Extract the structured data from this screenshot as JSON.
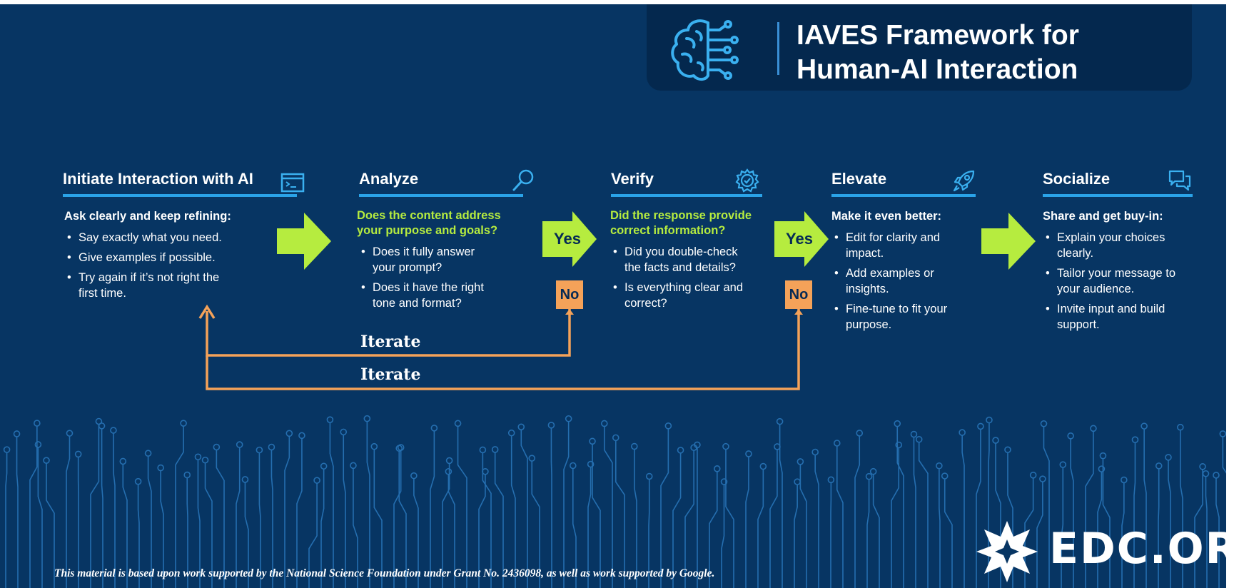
{
  "header": {
    "title_line1": "IAVES Framework for",
    "title_line2": "Human-AI Interaction",
    "icon": "brain-circuit-icon"
  },
  "steps": [
    {
      "title": "Initiate Interaction with AI",
      "icon": "terminal-icon",
      "lead": "Ask clearly and keep refining:",
      "points": [
        "Say exactly what you need.",
        "Give examples if possible.",
        "Try again if it’s not right the first time."
      ]
    },
    {
      "title": "Analyze",
      "icon": "magnifier-icon",
      "lead": "Does the content address your purpose and goals?",
      "points": [
        "Does it fully answer your prompt?",
        "Does it have the right tone and format?"
      ]
    },
    {
      "title": "Verify",
      "icon": "gear-check-icon",
      "lead": "Did the response provide correct information?",
      "points": [
        "Did you double-check the facts and details?",
        "Is everything clear and correct?"
      ]
    },
    {
      "title": "Elevate",
      "icon": "rocket-icon",
      "lead": "Make it even better:",
      "points": [
        "Edit for clarity and impact.",
        "Add examples or insights.",
        "Fine-tune to fit your purpose."
      ]
    },
    {
      "title": "Socialize",
      "icon": "chat-bubbles-icon",
      "lead": "Share and get buy-in:",
      "points": [
        "Explain your choices clearly.",
        "Tailor your message to your audience.",
        "Invite input and build support."
      ]
    }
  ],
  "decisions": {
    "yes_label": "Yes",
    "no_label": "No",
    "iterate_label": "Iterate"
  },
  "footer": {
    "note": "This material is based upon work supported by the National Science Foundation under Grant No. 2436098, as well as work supported by Google.",
    "logo_text": "EDC.ORG"
  },
  "colors": {
    "background": "#073563",
    "panel": "#04284e",
    "accent_blue": "#2aa3e8",
    "accent_green": "#b6ec3f",
    "accent_orange": "#f4a259"
  }
}
